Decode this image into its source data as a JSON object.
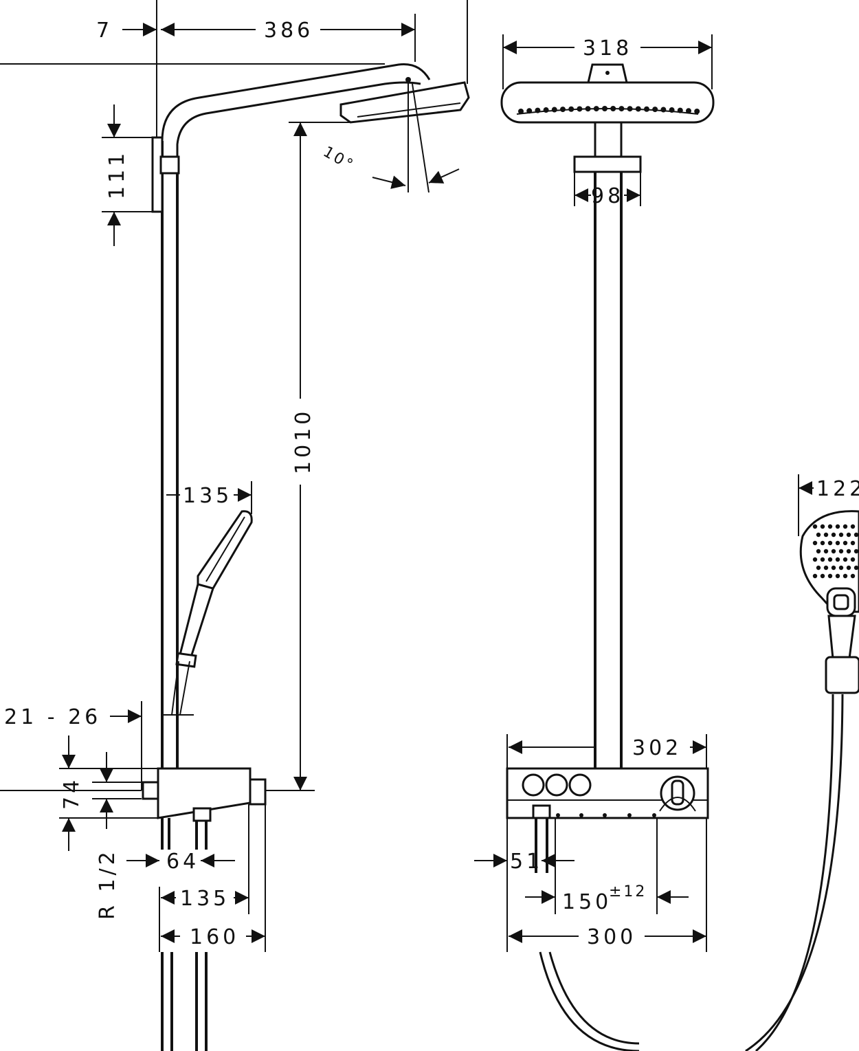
{
  "colors": {
    "line": "#111111",
    "background": "#ffffff"
  },
  "dimensions": {
    "d7": "7",
    "d386": "386",
    "d318": "318",
    "d111": "111",
    "angle": "10°",
    "d98": "98",
    "d1010": "1010",
    "d135_side": "135",
    "d122": "122",
    "d21_26": "21 - 26",
    "d302": "302",
    "d74": "74",
    "d51": "51",
    "d64": "64",
    "d150": "150",
    "d150_tol": "±12",
    "d135": "135",
    "d160": "160",
    "d300": "300",
    "thread": "R 1/2"
  }
}
